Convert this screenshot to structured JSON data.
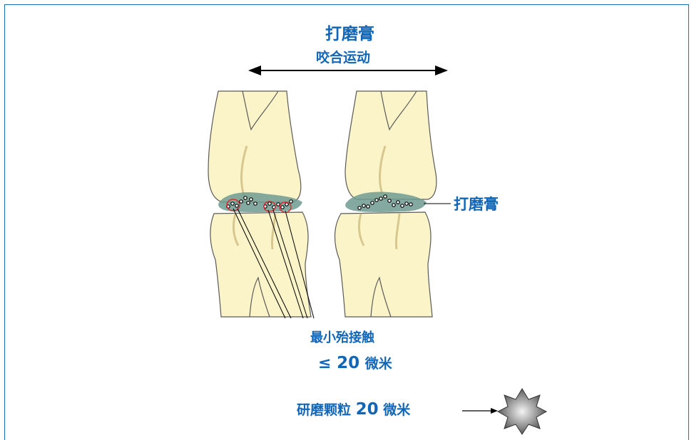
{
  "title": "打磨膏",
  "subtitle": "咬合运动",
  "paste_label": "打磨膏",
  "contact_label": "最小殆接触",
  "contact_value_prefix": "≤",
  "contact_value_number": "20",
  "contact_value_unit": "微米",
  "particle_label_text": "研磨颗粒",
  "particle_label_number": "20",
  "particle_label_unit": "微米",
  "colors": {
    "text_blue": "#1166b8",
    "frame_blue": "#1a6fb3",
    "bone_fill": "#fbf4c8",
    "bone_stroke": "#5a5a5a",
    "paste_fill": "#6f9a90",
    "contact_ring": "#e02020",
    "root_canal": "#d8c890"
  },
  "icons": {
    "particle": "star-burst-particle-icon",
    "arrow": "double-headed-arrow-icon"
  }
}
